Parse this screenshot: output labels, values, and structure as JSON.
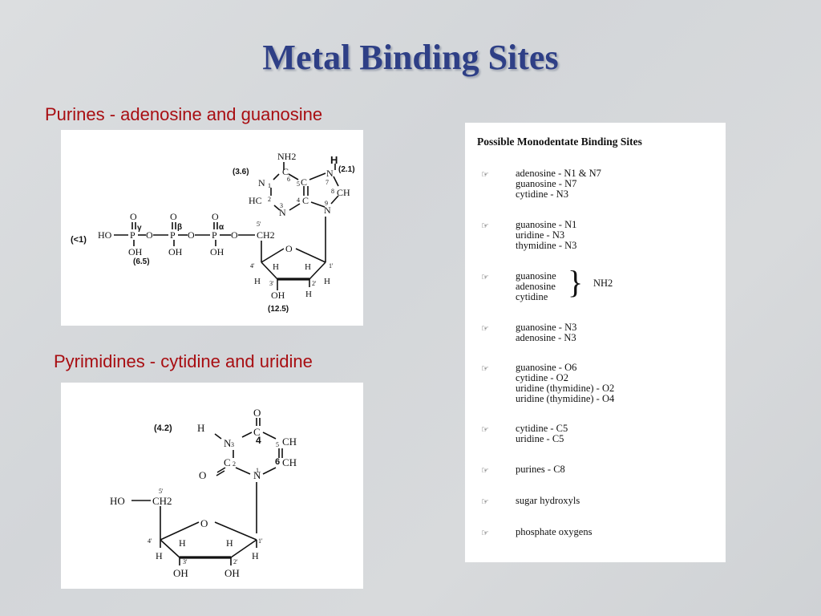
{
  "title": "Metal Binding Sites",
  "captions": {
    "purines": "Purines - adenosine and guanosine",
    "pyrimidines": "Pyrimidines - cytidine and uridine"
  },
  "purine_figure": {
    "atoms": [
      "NH2",
      "N",
      "C",
      "C",
      "N",
      "CH",
      "HC",
      "C",
      "N",
      "N",
      "HO",
      "P",
      "O",
      "OH",
      "CH2",
      "H",
      "OH"
    ],
    "ring_numbers": [
      "6",
      "1",
      "5",
      "7",
      "8",
      "2",
      "4",
      "3",
      "9",
      "5'",
      "4'",
      "3'",
      "2'",
      "1'"
    ],
    "greek_labels": [
      "γ",
      "β",
      "α"
    ],
    "handwritten": [
      "(3.6)",
      "H",
      "(2.1)",
      "(<1)",
      "(6.5)",
      "(12.5)"
    ]
  },
  "pyrimidine_figure": {
    "atoms": [
      "O",
      "H",
      "N",
      "C",
      "CH",
      "CH",
      "O",
      "C",
      "N",
      "HO",
      "CH2",
      "O",
      "H",
      "OH",
      "OH"
    ],
    "ring_numbers": [
      "3",
      "4",
      "5",
      "2",
      "6",
      "1",
      "5'",
      "4'",
      "3'",
      "2'",
      "1'"
    ],
    "handwritten": [
      "(4.2)",
      "4",
      "6"
    ]
  },
  "sites": {
    "heading": "Possible Monodentate Binding Sites",
    "bullet_icon": "pointing-hand-icon",
    "groups": [
      {
        "lines": [
          "adenosine - N1 & N7",
          "guanosine - N7",
          "cytidine - N3"
        ]
      },
      {
        "lines": [
          "guanosine - N1",
          "uridine - N3",
          "thymidine - N3"
        ]
      },
      {
        "lines": [
          "guanosine",
          "adenosine",
          "cytidine"
        ],
        "brace_label": "NH2"
      },
      {
        "lines": [
          "guanosine - N3",
          "adenosine - N3"
        ]
      },
      {
        "lines": [
          "guanosine - O6",
          "cytidine - O2",
          "uridine (thymidine) - O2",
          "uridine (thymidine) - O4"
        ]
      },
      {
        "lines": [
          "cytidine - C5",
          "uridine - C5"
        ]
      },
      {
        "lines": [
          "purines - C8"
        ]
      },
      {
        "lines": [
          "sugar hydroxyls"
        ]
      },
      {
        "lines": [
          "phosphate oxygens"
        ]
      }
    ]
  }
}
